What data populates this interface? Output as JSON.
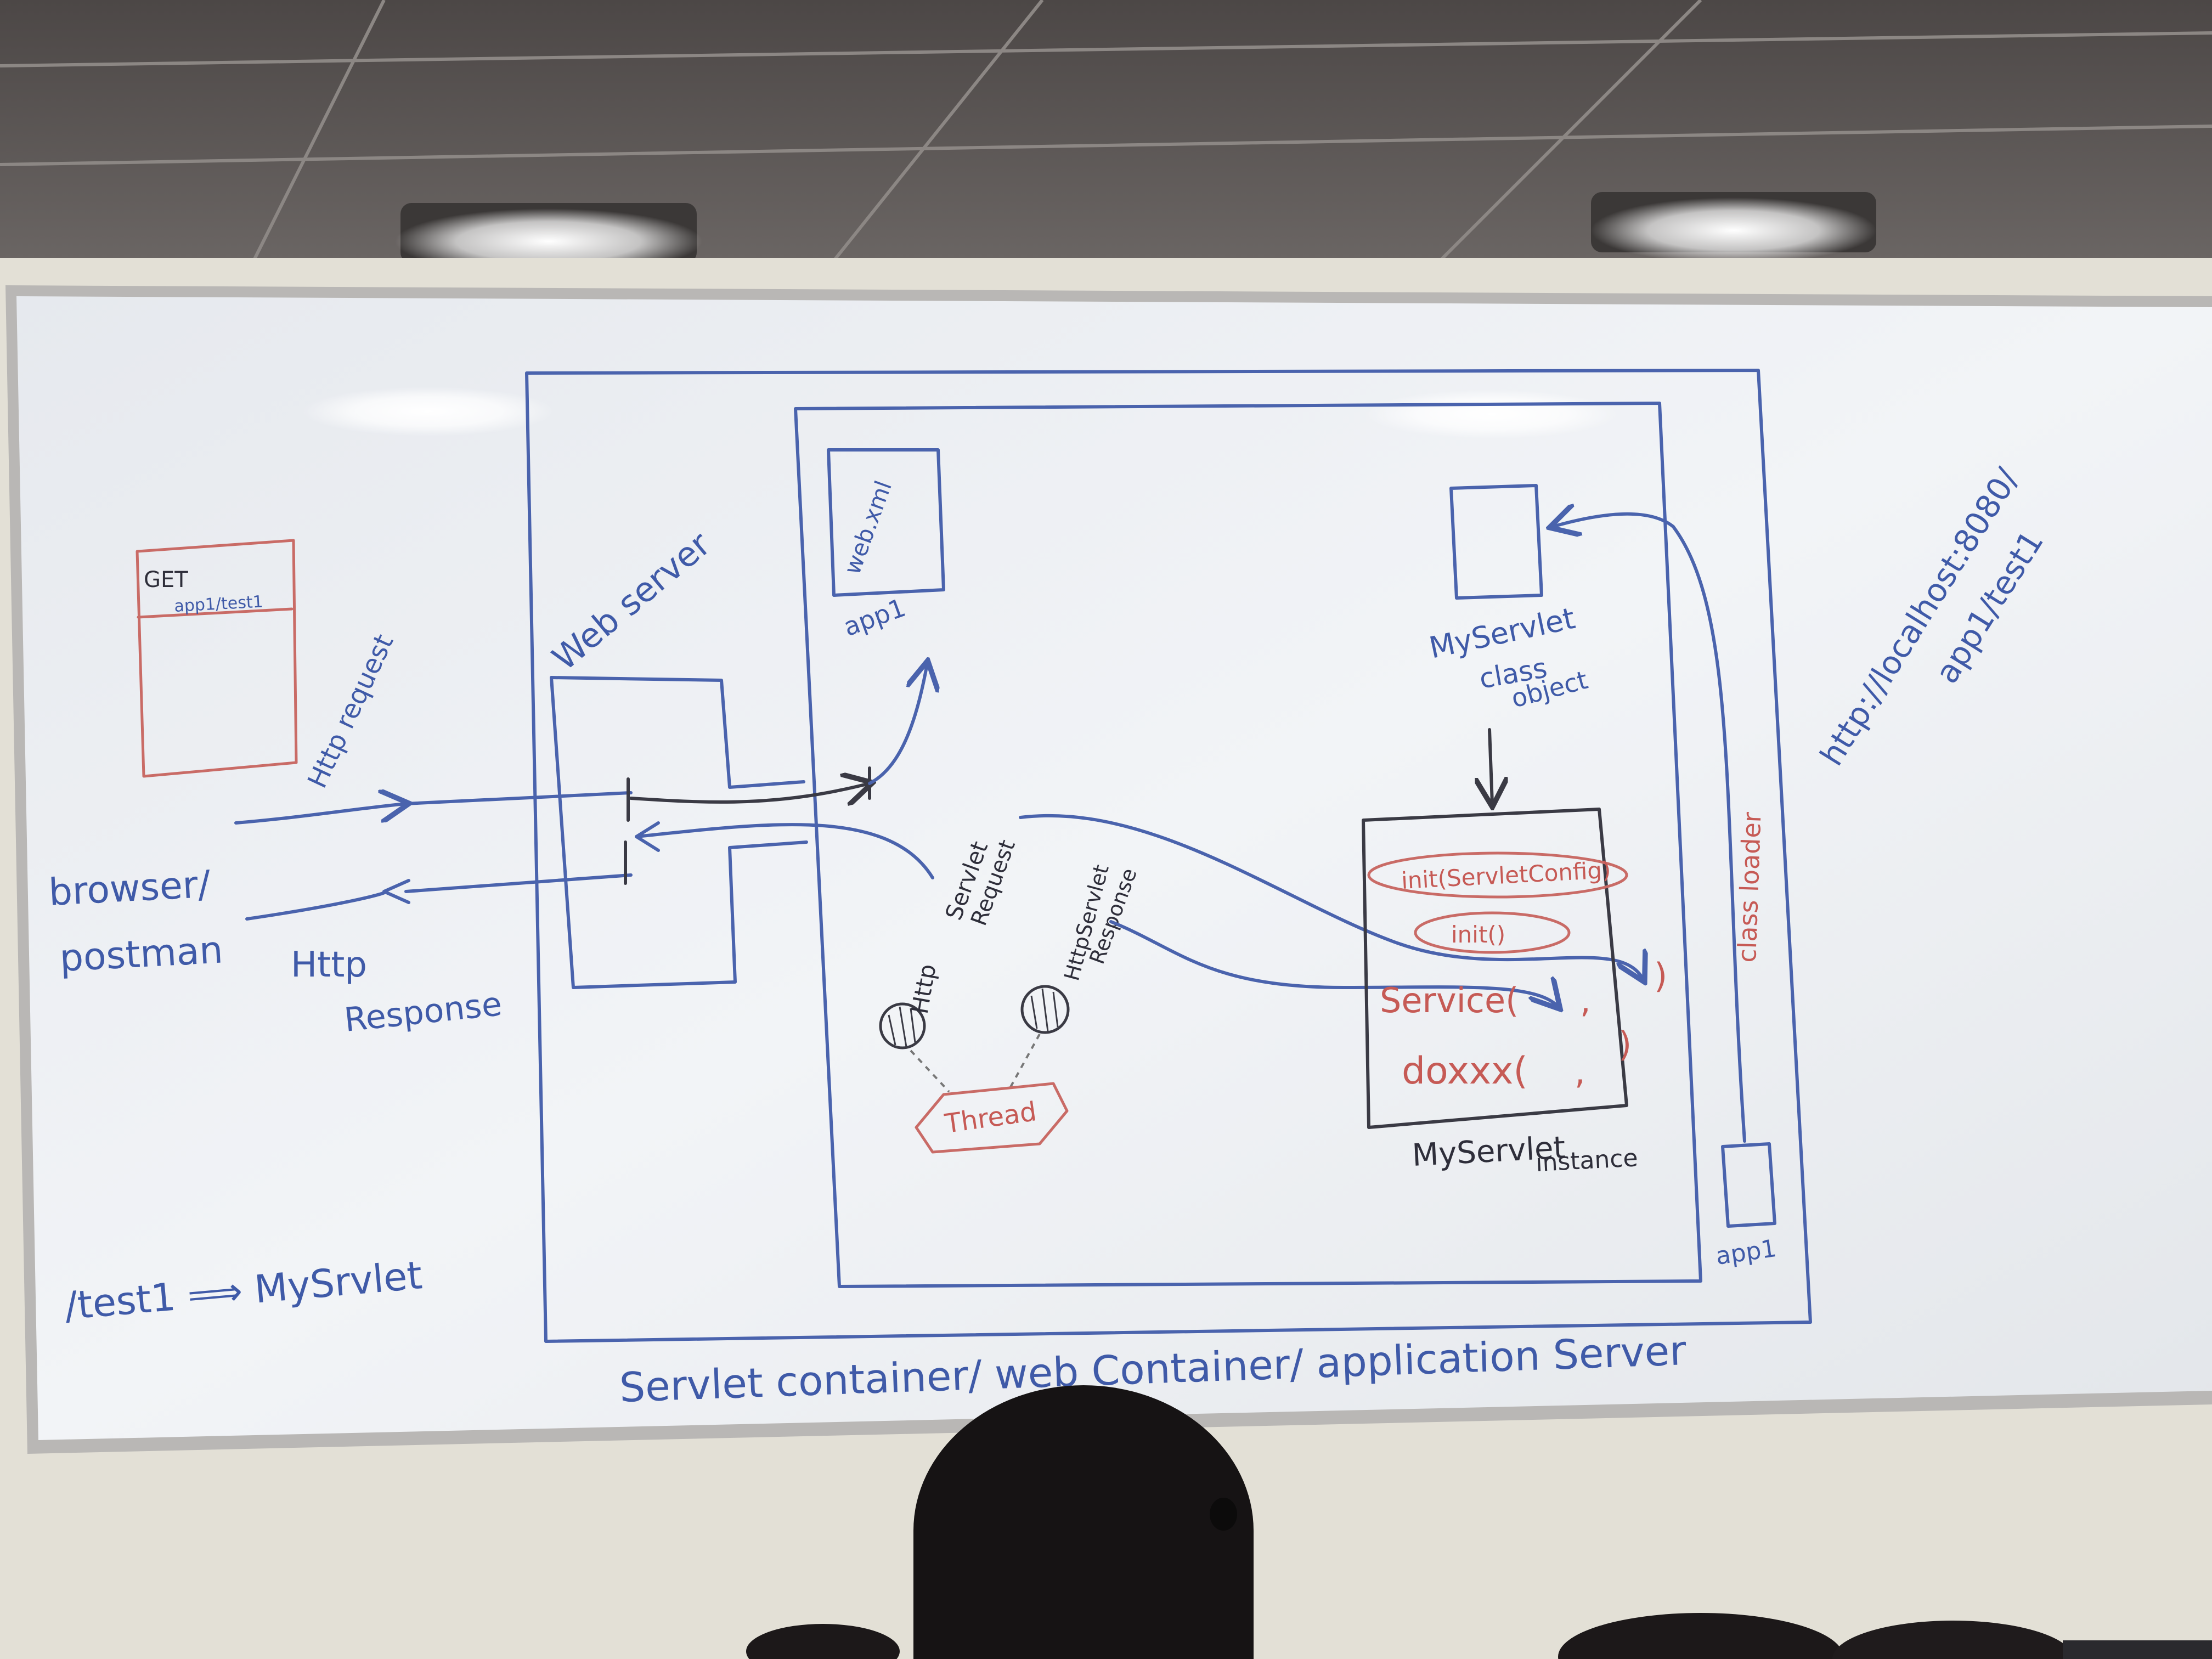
{
  "whiteboard": {
    "client_box": {
      "method": "GET",
      "path": "app1/test1"
    },
    "client_label_1": "browser/",
    "client_label_2": "postman",
    "request_label": "Http request",
    "response_label_1": "Http",
    "response_label_2": "Response",
    "web_server_label": "Web server",
    "web_xml_label": "web.xml",
    "app1_label": "app1",
    "servlet_request_label_1": "Http",
    "servlet_request_label_2": "Servlet",
    "servlet_request_label_3": "Request",
    "servlet_response_label_1": "HttpServlet",
    "servlet_response_label_2": "Response",
    "thread_label": "Thread",
    "class_object_label_1": "MyServlet",
    "class_object_label_2": "class",
    "class_object_label_3": "object",
    "method_init_config": "init(ServletConfig)",
    "method_init": "init()",
    "method_service": "Service(",
    "method_doxxx": "doxxx(",
    "instance_label_1": "MyServlet",
    "instance_label_2": "instance",
    "class_loader_label": "class loader",
    "app1_bottom_label": "app1",
    "url_line_1": "http://localhost:8080/",
    "url_line_2": "app1/test1",
    "mapping_note": "/test1 ⟹ MySrvlet",
    "container_label": "Servlet container/ web Container/ application Server"
  },
  "colors": {
    "marker_blue": "#3f5aa8",
    "marker_red": "#c65a55",
    "marker_black": "#2e2e3a",
    "board": "#eef0f3",
    "ceiling": "#5a5553",
    "wall": "#e9e6dc"
  }
}
